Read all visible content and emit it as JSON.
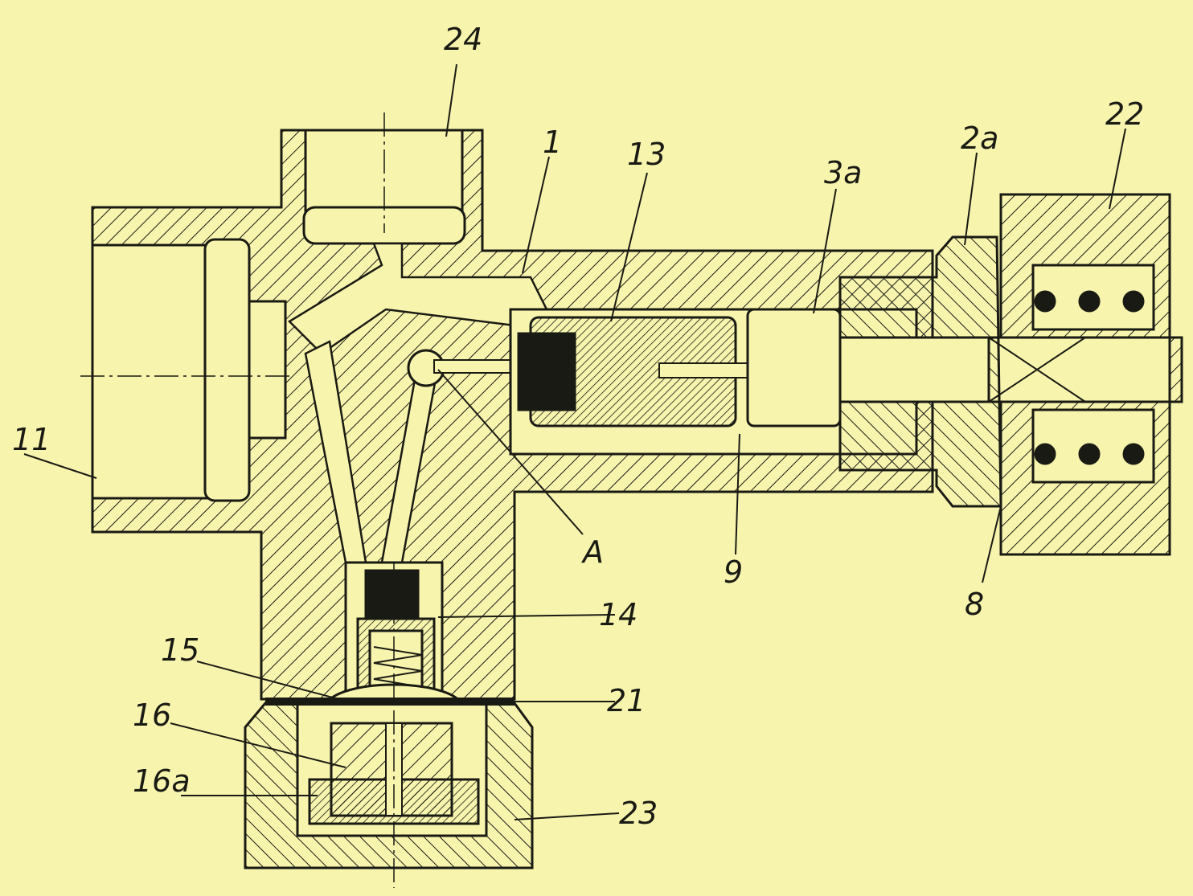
{
  "colors": {
    "background": "#f7f5ad",
    "ink": "#1a1a14"
  },
  "labels": {
    "l24": "24",
    "l1": "1",
    "l13": "13",
    "l3a": "3a",
    "l2a": "2a",
    "l22": "22",
    "l11": "11",
    "lA": "A",
    "l9": "9",
    "l8": "8",
    "l14": "14",
    "l15": "15",
    "l21": "21",
    "l16": "16",
    "l16a": "16a",
    "l23": "23"
  }
}
